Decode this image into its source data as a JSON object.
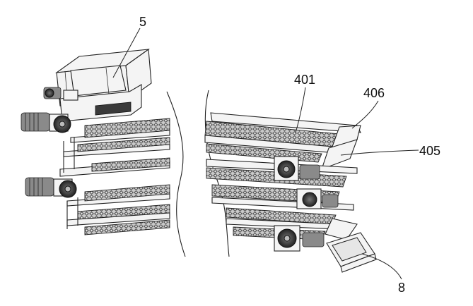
{
  "labels": {
    "hopper": "5",
    "belt_tier": "401",
    "side_plate": "406",
    "guide_trough": "405",
    "discharge_chute": "8"
  }
}
